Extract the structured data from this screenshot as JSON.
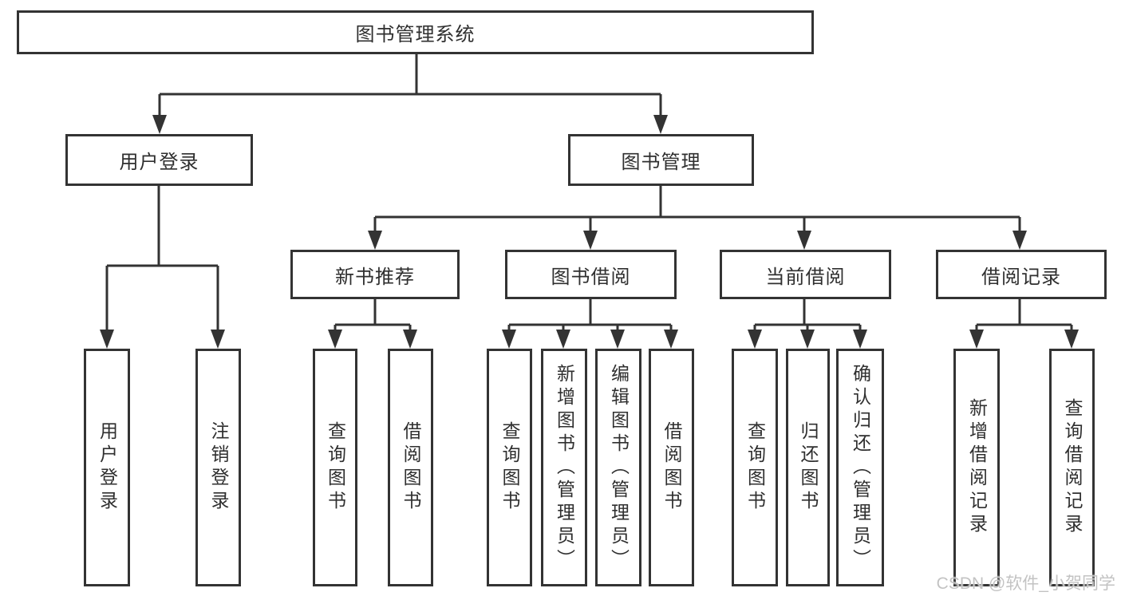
{
  "diagram": {
    "colors": {
      "line": "#333333",
      "border": "#333333",
      "text": "#2f2f2f",
      "watermark": "#c3c3c3",
      "background": "#ffffff"
    },
    "nodes": {
      "root": "图书管理系统",
      "user_login": "用户登录",
      "book_mgmt": "图书管理",
      "new_book_rec": "新书推荐",
      "book_borrow": "图书借阅",
      "current_borrow": "当前借阅",
      "borrow_record": "借阅记录",
      "leaf_user_login": "用户登录",
      "leaf_logout": "注销登录",
      "leaf_query_book_a": "查询图书",
      "leaf_borrow_book_a": "借阅图书",
      "leaf_query_book_b": "查询图书",
      "leaf_add_book_admin": "新增图书（管理员）",
      "leaf_edit_book_admin": "编辑图书（管理员）",
      "leaf_borrow_book_b": "借阅图书",
      "leaf_query_book_c": "查询图书",
      "leaf_return_book": "归还图书",
      "leaf_confirm_return_admin": "确认归还（管理员）",
      "leaf_add_borrow_record": "新增借阅记录",
      "leaf_query_borrow_record": "查询借阅记录"
    },
    "watermark": "CSDN @软件_小贺同学"
  }
}
